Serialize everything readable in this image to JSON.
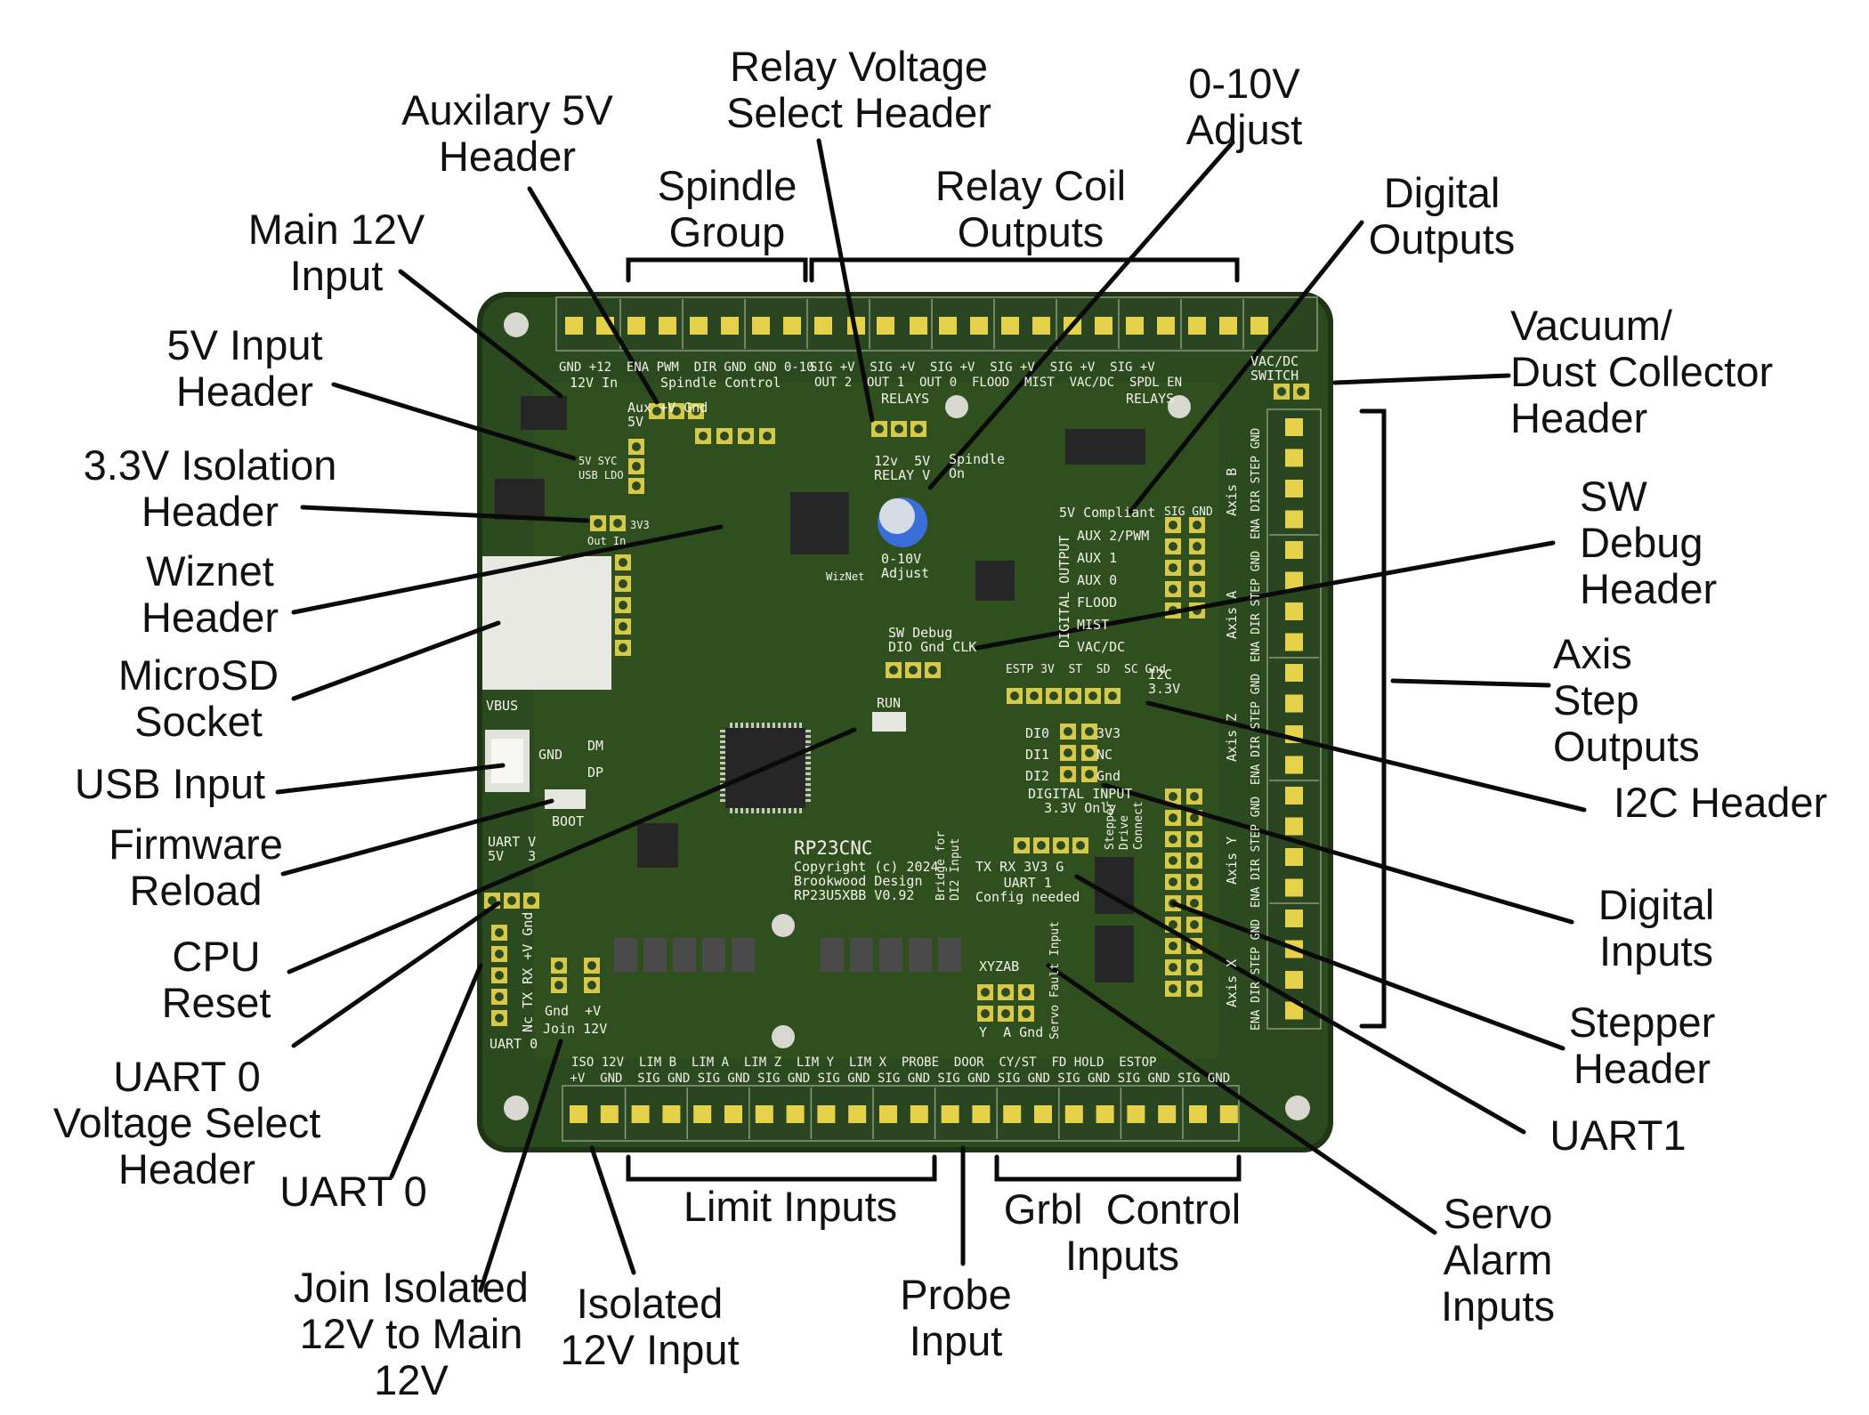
{
  "colors": {
    "pcb": "#2c4a1f",
    "pcb_edge": "#1f3616",
    "pad": "#e6d24a",
    "silk": "#f2f2ea",
    "chip": "#262626",
    "leader": "#0a0a0a"
  },
  "callouts": {
    "relay_voltage": "Relay Voltage\nSelect Header",
    "aux_5v": "Auxilary 5V\nHeader",
    "ten_v_adjust": "0-10V\nAdjust",
    "spindle_group": "Spindle\nGroup",
    "relay_coil": "Relay Coil\nOutputs",
    "digital_outputs": "Digital\nOutputs",
    "main_12v": "Main 12V\nInput",
    "vacuum": "Vacuum/\nDust Collector\nHeader",
    "five_v_input": "5V Input\nHeader",
    "sw_debug": "SW\nDebug\nHeader",
    "iso_33v": "3.3V Isolation\nHeader",
    "wiznet": "Wiznet\nHeader",
    "axis_step": "Axis\nStep\nOutputs",
    "microsd": "MicroSD\nSocket",
    "usb_input": "USB Input",
    "i2c_header": "I2C Header",
    "firmware_reload": "Firmware\nReload",
    "digital_inputs": "Digital\nInputs",
    "cpu_reset": "CPU\nReset",
    "stepper_header": "Stepper\nHeader",
    "uart0_voltage": "UART 0\nVoltage Select\nHeader",
    "uart1": "UART1",
    "uart0": "UART 0",
    "servo_alarm": "Servo\nAlarm\nInputs",
    "limit_inputs": "Limit Inputs",
    "grbl_control": "Grbl  Control\nInputs",
    "join_isolated": "Join Isolated\n12V to Main\n12V",
    "isolated_12v": "Isolated\n12V Input",
    "probe_input": "Probe\nInput"
  },
  "silkscreen": {
    "top_pins": "GND +12  ENA PWM  DIR GND GND 0-10",
    "in_12v": "12V In",
    "spindle_control": "Spindle Control",
    "relay_pins": "SIG +V  SIG +V  SIG +V  SIG +V  SIG +V  SIG +V",
    "relay_outs": "OUT 2  OUT 1  OUT 0  FLOOD  MIST  VAC/DC  SPDL EN",
    "relays": "RELAYS",
    "vac_switch": "VAC/DC\nSWITCH",
    "aux_header": "Aux +V Gnd\n5V",
    "relay_v": "12v  5V\nRELAY V",
    "spindle_on": "Spindle\nOn",
    "adjust": "0-10V\nAdjust",
    "five_v_compliant": "5V Compliant",
    "sig_gnd": "SIG GND",
    "digital_output": "DIGITAL OUTPUT",
    "digital_out_list": "AUX 2/PWM\nAUX 1\nAUX 0\nFLOOD\nMIST\nVAC/DC",
    "sw_debug_label": "SW Debug\nDIO Gnd CLK",
    "i2c_pins": "ESTP 3V  ST  SD  SC Gnd",
    "i2c_label": "I2C\n3.3V",
    "run": "RUN",
    "vbus": "VBUS",
    "gnd": "GND",
    "dm": "DM",
    "dp": "DP",
    "boot": "BOOT",
    "uart_v": "UART V\n5V   3",
    "uart0_pins": "Nc TX RX +V Gnd",
    "uart0_label": "UART 0",
    "join_12v": "Join 12V",
    "gnd_plus_v": "Gnd  +V",
    "board_name": "RP23CNC",
    "copyright": "Copyright (c) 2024\nBrookwood Design\nRP23U5XBB V0.92",
    "uart1_pins": "TX RX 3V3 G",
    "uart1_label": "UART 1\nConfig needed",
    "bridge_di2": "Bridge for\nDI2 Input",
    "digital_input": "DIGITAL INPUT\n3.3V Only",
    "di_pins": "DI0\nDI1\nDI2",
    "di_right": "3V3\nNC\nGnd",
    "xyzab": "XYZAB",
    "servo_fault": "Servo Fault Input",
    "y_a_gnd": "Y  A Gnd",
    "stepper_drive": "Stepper\nDrive\nConnect",
    "axis_labels": [
      "Axis B",
      "Axis A",
      "Axis Z",
      "Axis Y",
      "Axis X"
    ],
    "axis_pins": "ENA DIR STEP GND",
    "bottom_groups": "ISO 12V  LIM B  LIM A  LIM Z  LIM Y  LIM X  PROBE  DOOR  CY/ST  FD HOLD  ESTOP",
    "bottom_pins": " +V  GND  SIG GND SIG GND SIG GND SIG GND SIG GND SIG GND SIG GND SIG GND SIG GND SIG GND",
    "wiznet": "WizNet",
    "out_in": "Out In",
    "three_v3": "3V3",
    "usb_ldo": "5V SYC\nUSB LDO"
  }
}
